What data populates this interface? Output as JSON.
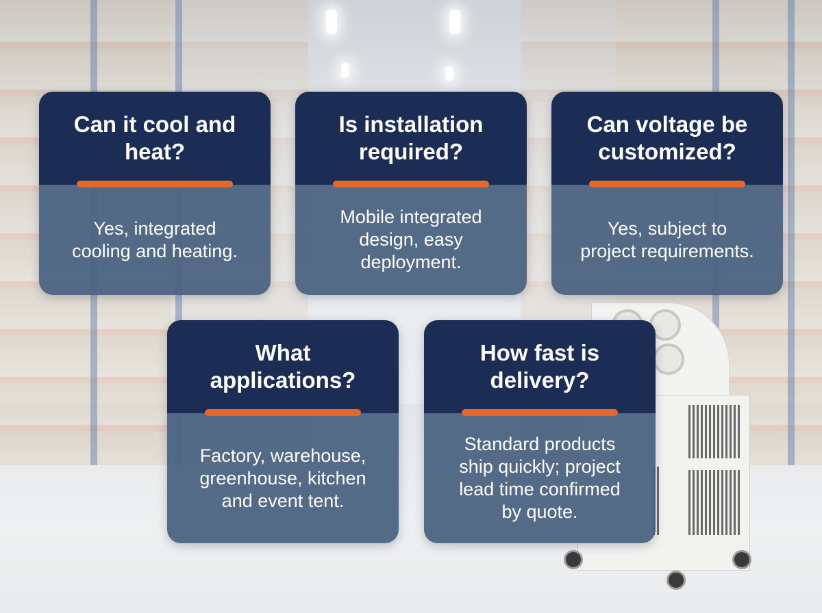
{
  "cards": [
    {
      "question": "Can it cool and\nheat?",
      "answer": "Yes, integrated\ncooling and heating."
    },
    {
      "question": "Is installation\nrequired?",
      "answer": "Mobile integrated\ndesign, easy\ndeployment."
    },
    {
      "question": "Can voltage be\ncustomized?",
      "answer": "Yes, subject to\nproject requirements."
    },
    {
      "question": "What\napplications?",
      "answer": "Factory, warehouse,\ngreenhouse, kitchen\nand event tent."
    },
    {
      "question": "How fast is\ndelivery?",
      "answer": "Standard products\nship quickly; project\nlead time confirmed\nby quote."
    }
  ],
  "colors": {
    "header_navy": "#1b2d55",
    "body_slate": "#486180",
    "accent_orange": "#e4682a"
  }
}
